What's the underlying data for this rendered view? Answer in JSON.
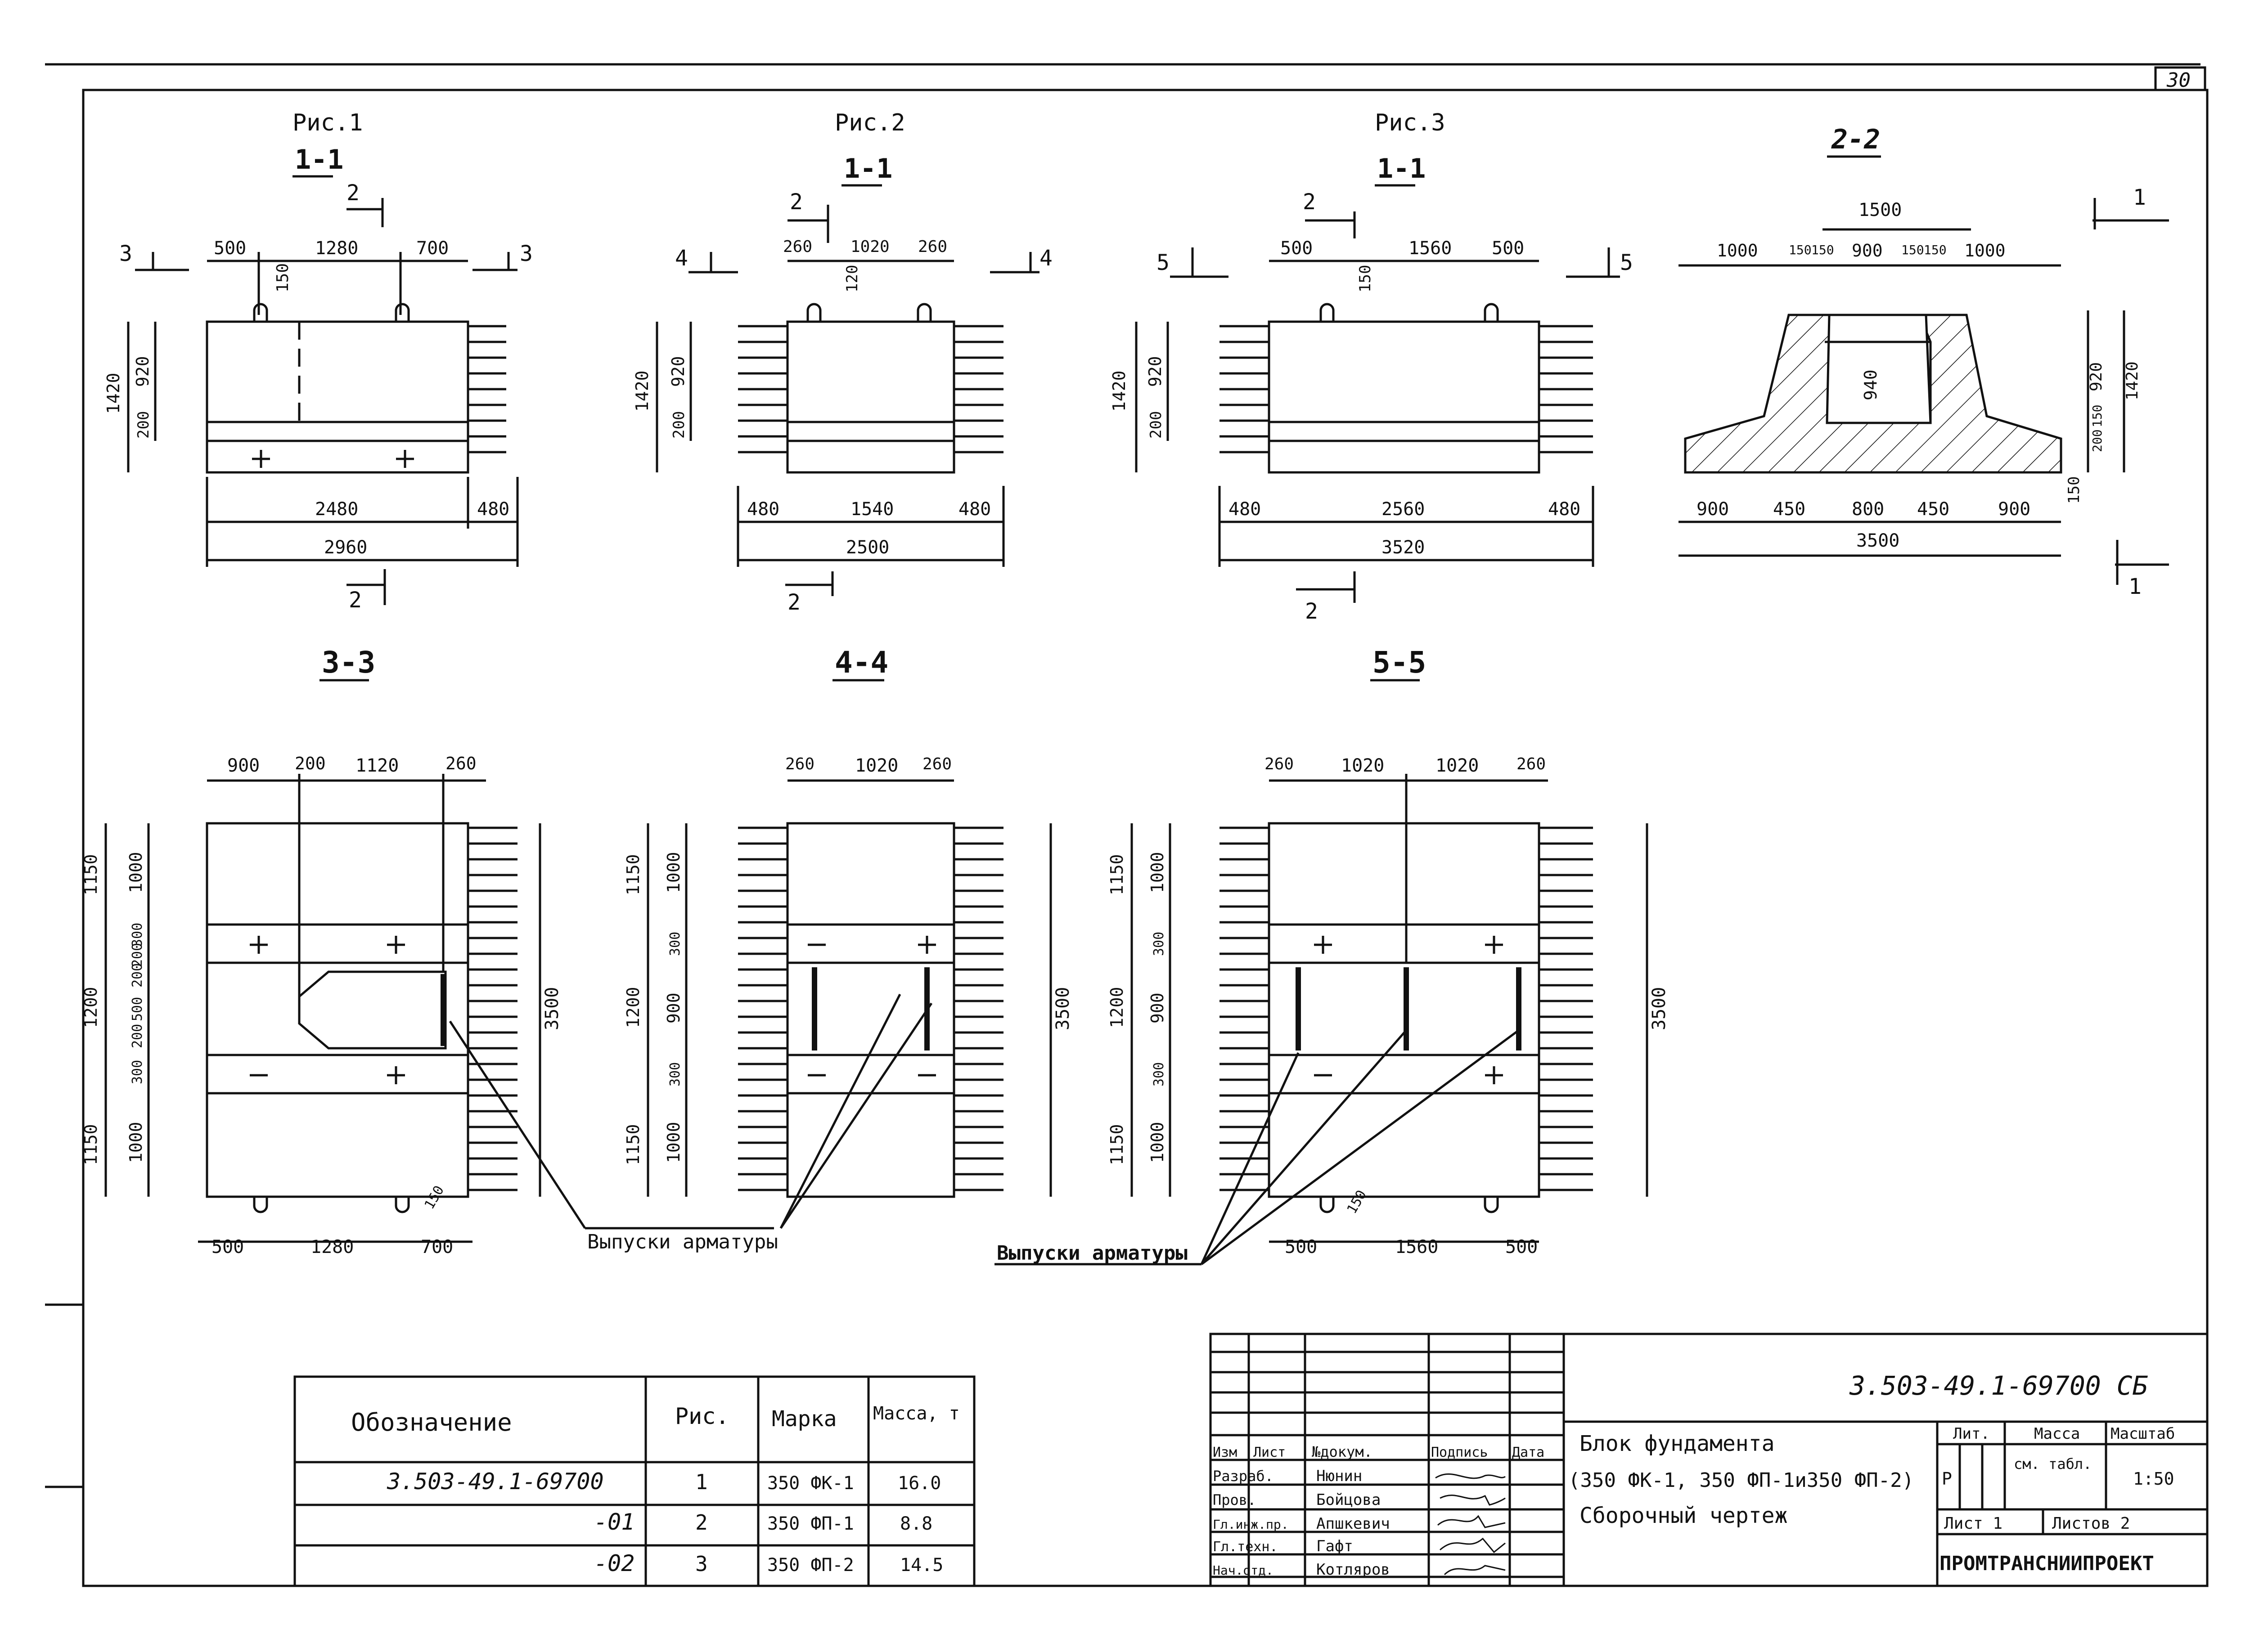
{
  "sheet_number": "30",
  "figures": {
    "fig1": {
      "caption": "Рис.1",
      "section": "1-1",
      "cut_marks": [
        "3",
        "3"
      ],
      "cut2": "2",
      "top_dims": [
        "500",
        "1280",
        "700"
      ],
      "anchor_dim": "150",
      "height_dims": [
        "1420",
        "920",
        "200"
      ],
      "bottom_dims": [
        "2480",
        "480"
      ],
      "total": "2960"
    },
    "fig2": {
      "caption": "Рис.2",
      "section": "1-1",
      "cut_marks": [
        "4",
        "4"
      ],
      "cut2": "2",
      "top_dims": [
        "260",
        "1020",
        "260"
      ],
      "anchor_dim": "120",
      "height_dims": [
        "1420",
        "920",
        "200"
      ],
      "bottom_dims": [
        "480",
        "1540",
        "480"
      ],
      "total": "2500"
    },
    "fig3": {
      "caption": "Рис.3",
      "section": "1-1",
      "cut_marks": [
        "5",
        "5"
      ],
      "cut2": "2",
      "top_dims": [
        "500",
        "1560",
        "500"
      ],
      "anchor_dim": "150",
      "height_dims": [
        "1420",
        "920",
        "200"
      ],
      "bottom_dims": [
        "480",
        "2560",
        "480"
      ],
      "total": "3520"
    },
    "section22": {
      "title": "2-2",
      "cut": "1",
      "top_dims": [
        "1000",
        "150",
        "150",
        "900",
        "150",
        "150",
        "1000"
      ],
      "top_span": "1500",
      "inner_dim": "940",
      "right_dims": [
        "920",
        "1420",
        "150",
        "200"
      ],
      "bottom_left_dim": "150",
      "bottom_dims": [
        "900",
        "450",
        "800",
        "450",
        "900"
      ],
      "total": "3500"
    },
    "sec33": {
      "title": "3-3",
      "top_dims": [
        "900",
        "200",
        "1120",
        "260"
      ],
      "left_outer": [
        "1150",
        "1200",
        "1150"
      ],
      "left_inner": [
        "1000",
        "300",
        "200",
        "200",
        "500",
        "200",
        "300",
        "1000"
      ],
      "right": "3500",
      "bottom_dims": [
        "500",
        "1280",
        "700"
      ],
      "anchor_dim": "150"
    },
    "sec44": {
      "title": "4-4",
      "top_dims": [
        "260",
        "1020",
        "260"
      ],
      "left_outer": [
        "1150",
        "1200",
        "1150"
      ],
      "left_inner": [
        "1000",
        "300",
        "900",
        "300",
        "1000"
      ],
      "right": "3500"
    },
    "sec55": {
      "title": "5-5",
      "top_dims": [
        "260",
        "1020",
        "1020",
        "260"
      ],
      "left_outer": [
        "1150",
        "1200",
        "1150"
      ],
      "left_inner": [
        "1000",
        "300",
        "900",
        "300",
        "1000"
      ],
      "right": "3500",
      "bottom_dims": [
        "500",
        "1560",
        "500"
      ],
      "anchor_dim": "150"
    }
  },
  "callouts": {
    "rebar1": "Выпуски арматуры",
    "rebar2": "Выпуски арматуры"
  },
  "spec_table": {
    "headers": [
      "Обозначение",
      "Рис.",
      "Марка",
      "Масса, т"
    ],
    "rows": [
      [
        "3.503-49.1-69700",
        "1",
        "350 ФК-1",
        "16.0"
      ],
      [
        "-01",
        "2",
        "350 ФП-1",
        "8.8"
      ],
      [
        "-02",
        "3",
        "350 ФП-2",
        "14.5"
      ]
    ]
  },
  "title_block": {
    "code": "3.503-49.1-69700 СБ",
    "title_lines": [
      "Блок фундамента",
      "(350 ФК-1, 350 ФП-1и350 ФП-2)",
      "Сборочный чертеж"
    ],
    "col_headers": [
      "Изм",
      "Лист",
      "№докум.",
      "Подпись",
      "Дата"
    ],
    "people": [
      [
        "Разраб.",
        "Нюнин"
      ],
      [
        "Пров.",
        "Бойцова"
      ],
      [
        "Гл.инж.пр.",
        "Апшкевич"
      ],
      [
        "Гл.техн.",
        "Гафт"
      ],
      [
        "Нач.отд.",
        "Котляров"
      ]
    ],
    "lit": "Лит.",
    "lit_value": "Р",
    "mass": "Масса",
    "mass_value": "см. табл.",
    "scale": "Масштаб",
    "scale_value": "1:50",
    "sheet": "Лист 1",
    "sheets": "Листов 2",
    "org": "ПРОМТРАНСНИИПРОЕКТ"
  }
}
